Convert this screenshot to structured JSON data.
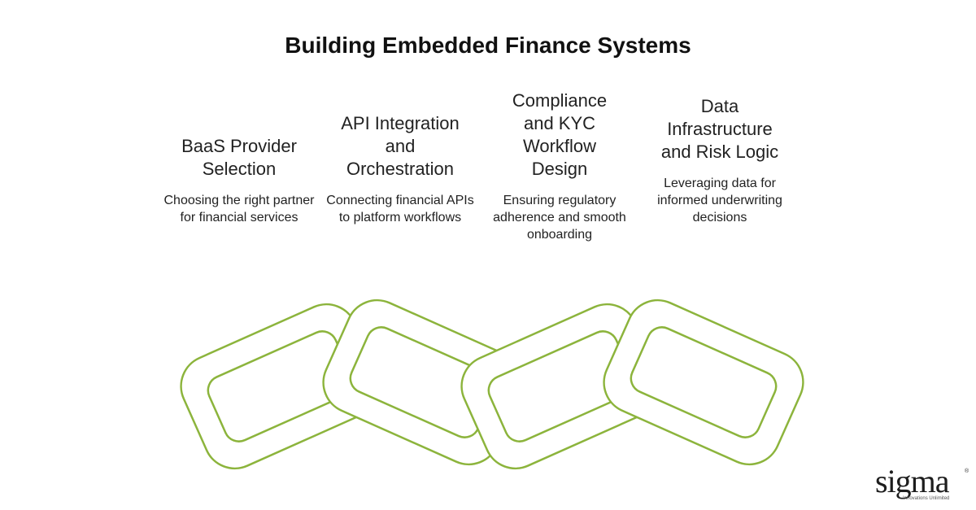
{
  "title": "Building Embedded Finance Systems",
  "steps": [
    {
      "title": "BaaS Provider Selection",
      "description": "Choosing the right partner for financial services"
    },
    {
      "title": "API Integration and Orchestration",
      "description": "Connecting financial APIs to platform workflows"
    },
    {
      "title": "Compliance and KYC Workflow Design",
      "description": "Ensuring regulatory adherence and smooth onboarding"
    },
    {
      "title": "Data Infrastructure and Risk Logic",
      "description": "Leveraging data for informed underwriting decisions"
    }
  ],
  "chain": {
    "icon": "chain-links-icon",
    "stroke_color": "#8cb43c",
    "fill_color": "#ffffff",
    "link_count": 4
  },
  "logo": {
    "word": "sigma",
    "tagline": "Innovations Unlimited",
    "registered": "®"
  }
}
